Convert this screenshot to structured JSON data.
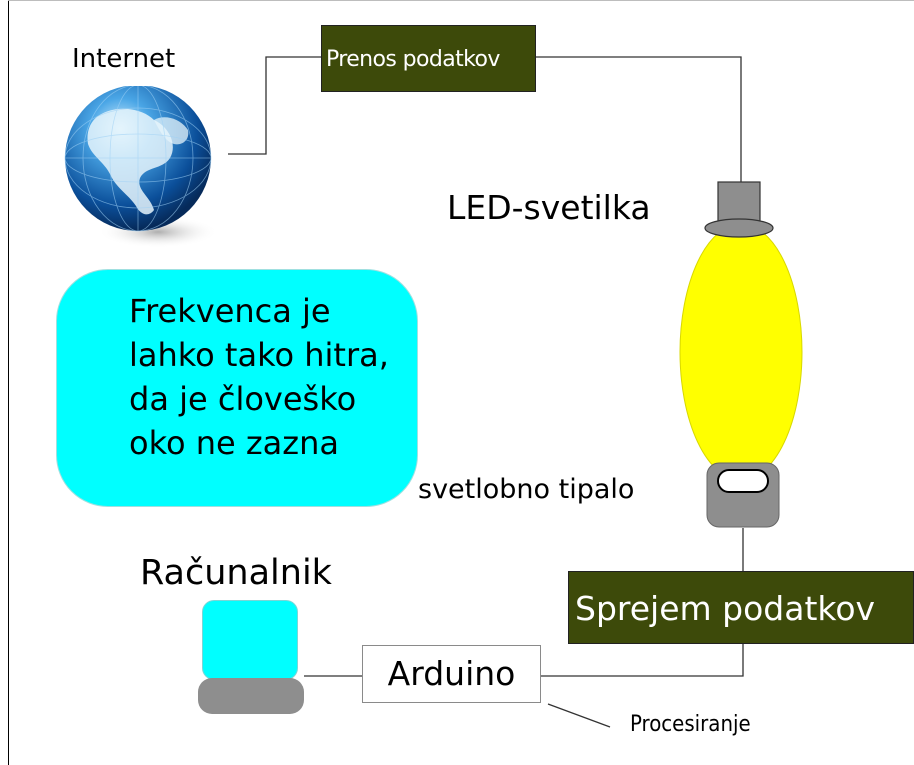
{
  "labels": {
    "internet": "Internet",
    "led": "LED-svetilka",
    "sensor": "svetlobno tipalo",
    "computer": "Računalnik",
    "processing": "Procesiranje"
  },
  "boxes": {
    "transfer": "Prenos podatkov",
    "receive": "Sprejem podatkov",
    "arduino": "Arduino",
    "note": "Frekvenca je lahko tako hitra, da je človeško oko ne zazna"
  },
  "colors": {
    "dark_box": "#3d4a0a",
    "note_fill": "#00ffff",
    "beam": "#ffff00",
    "device_gray": "#8e8e8e"
  },
  "icons": {
    "globe": "globe-icon",
    "lamp": "led-lamp-icon",
    "sensor": "light-sensor-icon",
    "computer": "computer-icon"
  }
}
